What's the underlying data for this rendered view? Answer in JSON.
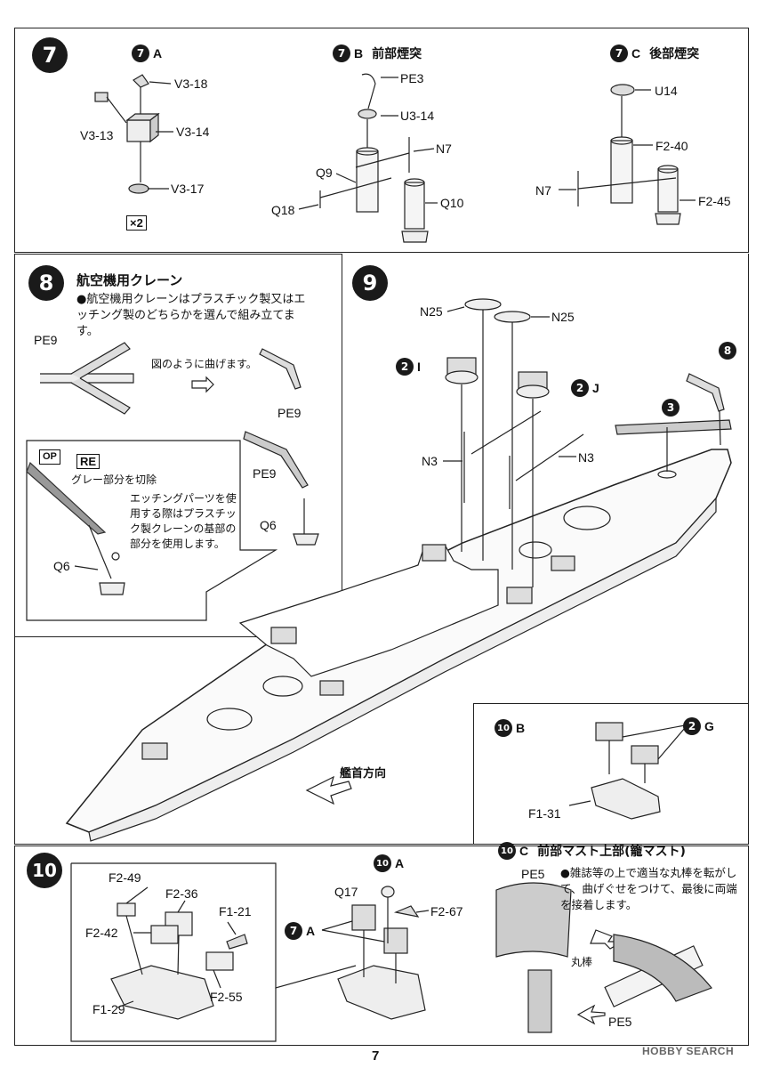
{
  "page_number": "7",
  "watermark": "HOBBY SEARCH",
  "step7": {
    "number": "7",
    "sub_a": {
      "num": "7",
      "letter": "A",
      "parts": [
        "V3-18",
        "V3-13",
        "V3-14",
        "V3-17"
      ],
      "multiplier": "×2"
    },
    "sub_b": {
      "num": "7",
      "letter": "B",
      "title": "前部煙突",
      "parts": [
        "PE3",
        "U3-14",
        "N7",
        "Q9",
        "Q18",
        "Q10"
      ]
    },
    "sub_c": {
      "num": "7",
      "letter": "C",
      "title": "後部煙突",
      "parts": [
        "U14",
        "F2-40",
        "N7",
        "F2-45"
      ]
    }
  },
  "step8": {
    "number": "8",
    "title": "航空機用クレーン",
    "note": "●航空機用クレーンはプラスチック製又はエッチング製のどちらかを選んで組み立てます。",
    "bend_note": "図のように曲げます。",
    "parts": [
      "PE9",
      "PE9",
      "PE9",
      "Q6"
    ],
    "option_badge": "OP",
    "re_badge": "RE",
    "cut_note": "グレー部分を切除",
    "etching_note": "エッチングパーツを使用する際はプラスチック製クレーンの基部の部分を使用します。",
    "q6_label": "Q6"
  },
  "step9": {
    "number": "9",
    "parts": [
      "N25",
      "N25",
      "N3",
      "N3"
    ],
    "sub_i": {
      "num": "2",
      "letter": "I"
    },
    "sub_j": {
      "num": "2",
      "letter": "J"
    },
    "ref_8": "8",
    "ref_3": "3",
    "bow_direction": "艦首方向"
  },
  "step10b": {
    "num": "10",
    "letter": "B",
    "ref_g": {
      "num": "2",
      "letter": "G"
    },
    "part": "F1-31"
  },
  "step10": {
    "number": "10",
    "parts": [
      "F2-49",
      "F2-36",
      "F1-21",
      "F2-42",
      "F2-55",
      "F1-29"
    ],
    "sub_a": {
      "num": "10",
      "letter": "A"
    },
    "ref_7a": {
      "num": "7",
      "letter": "A"
    },
    "sub_parts": [
      "Q17",
      "F2-67"
    ]
  },
  "step10c": {
    "num": "10",
    "letter": "C",
    "title": "前部マスト上部(籠マスト)",
    "note": "●雑誌等の上で適当な丸棒を転がして、曲げぐせをつけて、最後に両端を接着します。",
    "parts": [
      "PE5",
      "PE5"
    ],
    "rod_label": "丸棒"
  }
}
